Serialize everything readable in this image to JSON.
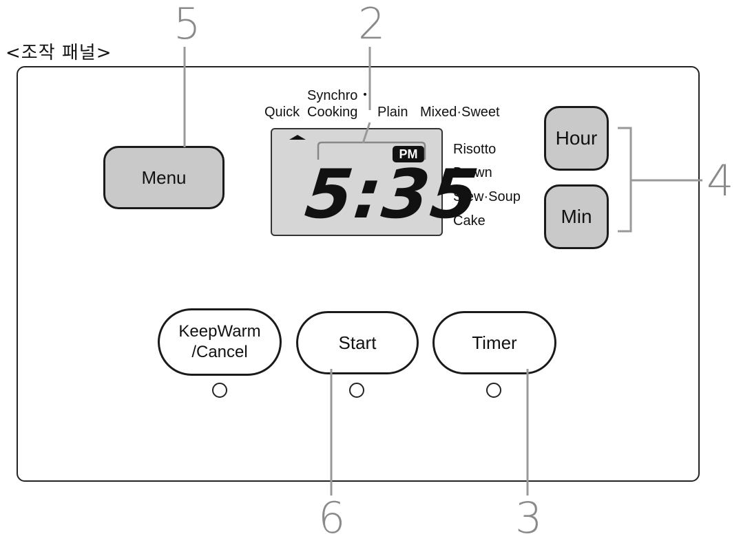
{
  "caption": "<조작 패널>",
  "callouts": {
    "n2": "2",
    "n3": "3",
    "n4": "4",
    "n5": "5",
    "n6": "6"
  },
  "buttons": {
    "menu": "Menu",
    "hour": "Hour",
    "min": "Min",
    "keep_warm_line1": "KeepWarm",
    "keep_warm_line2": "/Cancel",
    "start": "Start",
    "timer": "Timer"
  },
  "menu_labels": {
    "synchro": "Synchro",
    "quick": "Quick",
    "cooking": "Cooking",
    "plain": "Plain",
    "mixed_sweet": "Mixed·Sweet",
    "risotto": "Risotto",
    "brown": "Brown",
    "stew_soup": "Stew·Soup",
    "cake": "Cake"
  },
  "display": {
    "time": "5:35",
    "ampm": "PM"
  },
  "colors": {
    "button_gray": "#c9c9c9",
    "lcd_gray": "#d6d6d6",
    "callout_gray": "#8a8a8a"
  }
}
